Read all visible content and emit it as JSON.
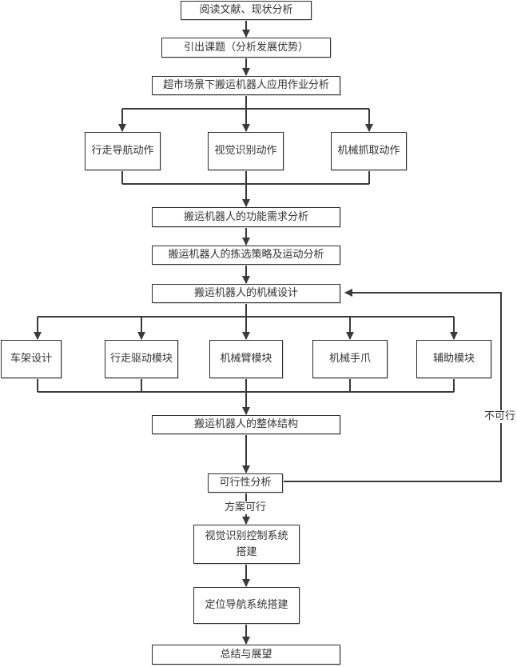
{
  "diagram": {
    "title": "",
    "nodes": {
      "n1": "阅读文献、现状分析",
      "n2": "引出课题（分析发展优势）",
      "n3": "超市场景下搬运机器人应用作业分析",
      "n4a": "行走导航动作",
      "n4b": "视觉识别动作",
      "n4c": "机械抓取动作",
      "n5": "搬运机器人的功能需求分析",
      "n6": "搬运机器人的拣选策略及运动分析",
      "n7": "搬运机器人的机械设计",
      "n8a": "车架设计",
      "n8b": "行走驱动模块",
      "n8c": "机械臂模块",
      "n8d": "机械手爪",
      "n8e": "辅助模块",
      "n9": "搬运机器人的整体结构",
      "n10": "可行性分析",
      "n11_line1": "视觉识别控制系统",
      "n11_line2": "搭建",
      "n12": "定位导航系统搭建",
      "n13": "总结与展望"
    },
    "edge_labels": {
      "feasible": "方案可行",
      "not_feasible": "不可行"
    },
    "edges": [
      [
        "n1",
        "n2"
      ],
      [
        "n2",
        "n3"
      ],
      [
        "n3",
        "n4a"
      ],
      [
        "n3",
        "n4b"
      ],
      [
        "n3",
        "n4c"
      ],
      [
        "n4a",
        "n5"
      ],
      [
        "n4b",
        "n5"
      ],
      [
        "n4c",
        "n5"
      ],
      [
        "n5",
        "n6"
      ],
      [
        "n6",
        "n7"
      ],
      [
        "n7",
        "n8a"
      ],
      [
        "n7",
        "n8b"
      ],
      [
        "n7",
        "n8c"
      ],
      [
        "n7",
        "n8d"
      ],
      [
        "n7",
        "n8e"
      ],
      [
        "n8a",
        "n9"
      ],
      [
        "n8b",
        "n9"
      ],
      [
        "n8c",
        "n9"
      ],
      [
        "n8d",
        "n9"
      ],
      [
        "n8e",
        "n9"
      ],
      [
        "n9",
        "n10"
      ],
      [
        "n10",
        "n7",
        "不可行"
      ],
      [
        "n10",
        "n11",
        "方案可行"
      ],
      [
        "n11",
        "n12"
      ],
      [
        "n12",
        "n13"
      ]
    ],
    "colors": {
      "line": "#3a3a3a",
      "border": "#2e2e2e",
      "text": "#333333",
      "background": "#ffffff"
    }
  }
}
